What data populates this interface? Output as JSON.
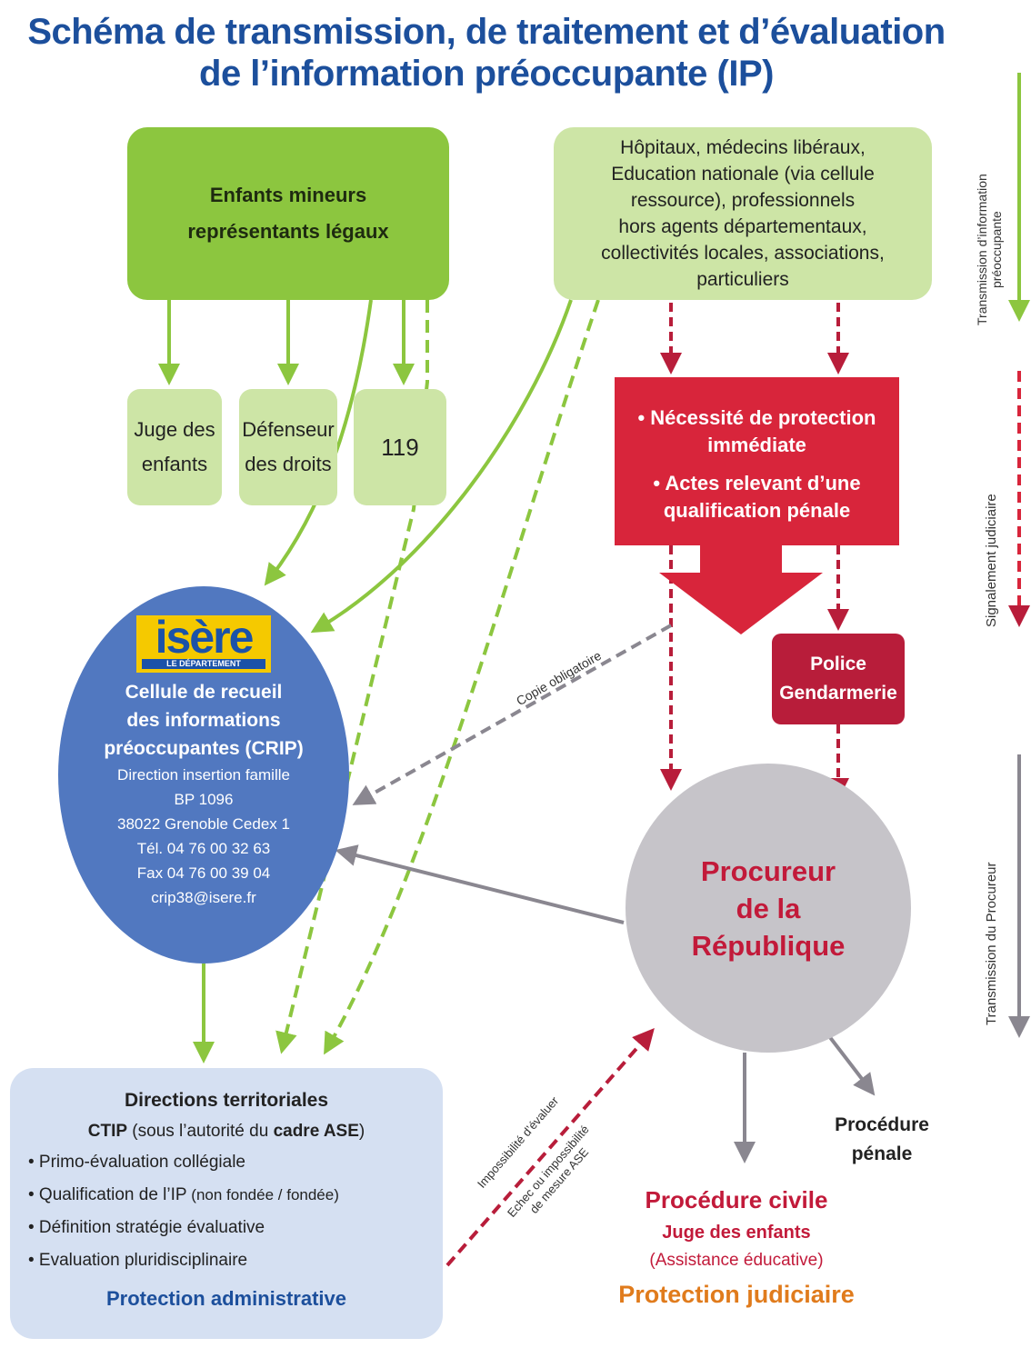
{
  "title_line1": "Schéma de transmission, de traitement et d’évaluation",
  "title_line2": "de l’information préoccupante (IP)",
  "enfants": {
    "line1": "Enfants mineurs",
    "line2": "représentants légaux"
  },
  "sources": {
    "line1": "Hôpitaux, médecins libéraux,",
    "line2": "Education nationale (via cellule",
    "line3": "ressource), professionnels",
    "line4": "hors agents départementaux,",
    "line5": "collectivités locales, associations,",
    "line6": "particuliers"
  },
  "juge": {
    "line1": "Juge des",
    "line2": "enfants"
  },
  "defenseur": {
    "line1": "Défenseur",
    "line2": "des droits"
  },
  "n119": "119",
  "protection": {
    "item1_line1": "• Nécessité de protection",
    "item1_line2": "immédiate",
    "item2_line1": "• Actes relevant d’une",
    "item2_line2": "qualification pénale"
  },
  "police": {
    "line1": "Police",
    "line2": "Gendarmerie"
  },
  "crip": {
    "logo_main": "isère",
    "logo_sub": "LE DÉPARTEMENT",
    "line1": "Cellule de recueil",
    "line2": "des informations",
    "line3": "préoccupantes (CRIP)",
    "line4": "Direction insertion famille",
    "line5": "BP 1096",
    "line6": "38022 Grenoble Cedex 1",
    "line7": "Tél. 04 76 00 32 63",
    "line8": "Fax 04 76 00 39 04",
    "line9": "crip38@isere.fr"
  },
  "copie": "Copie obligatoire",
  "procureur": {
    "line1": "Procureur",
    "line2": "de la",
    "line3": "République"
  },
  "directions": {
    "title": "Directions territoriales",
    "ctip_a": "CTIP",
    "ctip_b": " (sous l’autorité du ",
    "ctip_c": "cadre ASE",
    "ctip_d": ")",
    "item1": "• Primo-évaluation collégiale",
    "item2a": "• Qualification de l’IP",
    "item2b": " (non fondée / fondée)",
    "item3": "• Définition stratégie évaluative",
    "item4": "• Evaluation pluridisciplinaire",
    "footer": "Protection administrative"
  },
  "impossibilite": "Impossibilité d’évaluer",
  "echec_line1": "Echec ou impossibilité",
  "echec_line2": "de mesure ASE",
  "proc_penale": {
    "line1": "Procédure",
    "line2": "pénale"
  },
  "civile": {
    "line1": "Procédure civile",
    "line2": "Juge des enfants",
    "line3": "(Assistance éducative)",
    "line4": "Protection judiciaire"
  },
  "legend": {
    "transmission_line1": "Transmission d’information",
    "transmission_line2": "préoccupante",
    "signalement": "Signalement judiciaire",
    "procureur": "Transmission du Procureur"
  },
  "colors": {
    "green": "#8cc63f",
    "light_green": "#cde5a6",
    "red": "#d8253b",
    "dark_red": "#b81d3a",
    "blue": "#5178c0",
    "grey": "#c6c4c9",
    "title_blue": "#1c4f9c",
    "orange": "#e07b1c"
  }
}
